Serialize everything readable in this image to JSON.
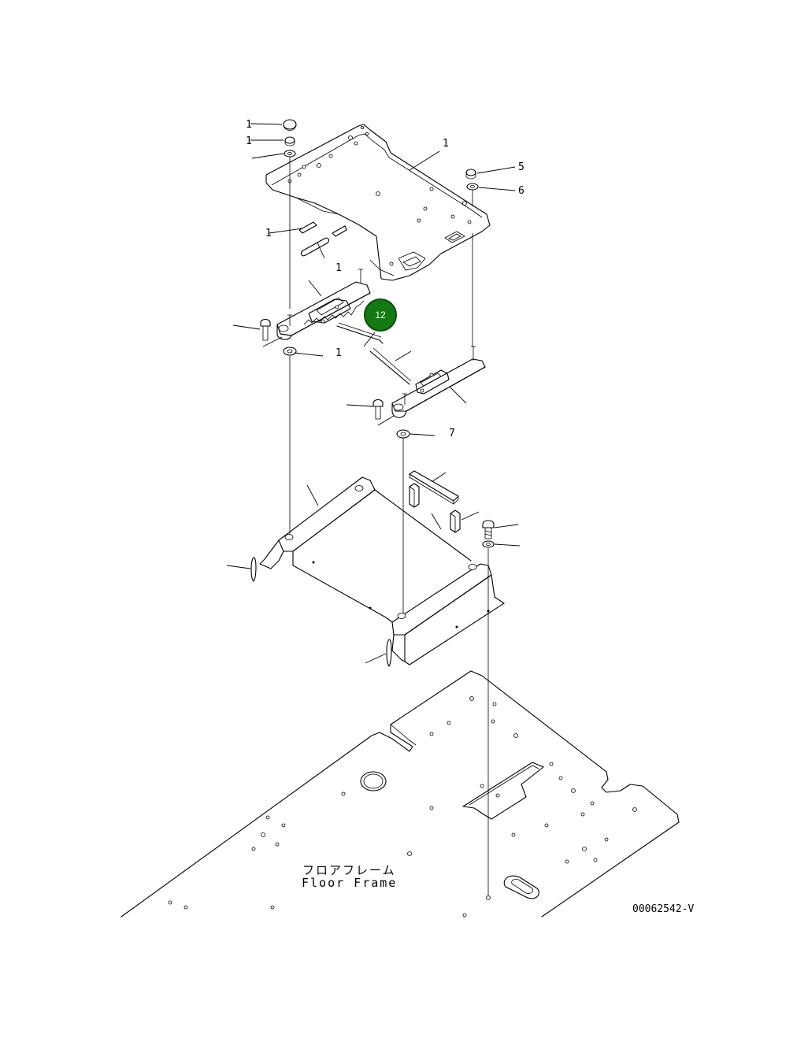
{
  "diagram": {
    "floor_frame_label_jp": "フロアフレーム",
    "floor_frame_label_en": "Floor Frame",
    "figure_number": "00062542-V",
    "callout": {
      "number": "12",
      "color": "#137a13"
    },
    "reference_marks": {
      "r1": "1",
      "r2": "1",
      "r3": "1",
      "r4": "1",
      "r5": "5",
      "r6": "6",
      "r7": "1",
      "r8": "1",
      "r9": "7"
    }
  }
}
